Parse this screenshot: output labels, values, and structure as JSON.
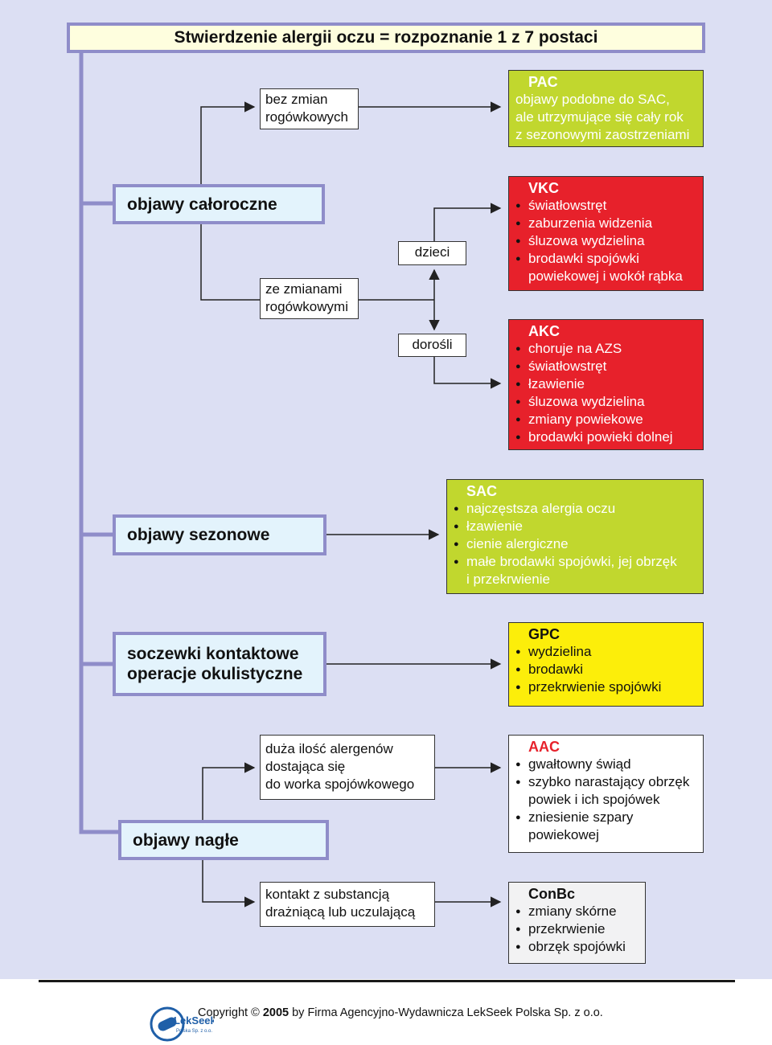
{
  "header": {
    "title": "Stwierdzenie alergii oczu = rozpoznanie 1 z 7 postaci"
  },
  "categories": {
    "perennial": "objawy całoroczne",
    "seasonal": "objawy sezonowe",
    "contact_line1": "soczewki kontaktowe",
    "contact_line2": "operacje okulistyczne",
    "sudden": "objawy nagłe"
  },
  "intermediate": {
    "no_corneal": [
      "bez zmian",
      "rogówkowych"
    ],
    "corneal": [
      "ze zmianami",
      "rogówkowymi"
    ],
    "children": "dzieci",
    "adults": "dorośli",
    "allergen_load": [
      "duża ilość alergenów",
      "dostająca się",
      "do worka spojówkowego"
    ],
    "irritant_contact": [
      "kontakt z substancją",
      "drażniącą lub uczulającą"
    ]
  },
  "results": {
    "pac": {
      "title": "PAC",
      "lines": [
        "objawy podobne do SAC,",
        "ale utrzymujące się cały rok",
        "z sezonowymi zaostrzeniami"
      ],
      "color": "#c1d72e"
    },
    "vkc": {
      "title": "VKC",
      "items": [
        "światłowstręt",
        "zaburzenia widzenia",
        "śluzowa  wydzielina",
        "brodawki spojówki",
        "powiekowej i wokół rąbka"
      ],
      "color": "#e7212b"
    },
    "akc": {
      "title": "AKC",
      "items": [
        "choruje na AZS",
        "światłowstręt",
        "łzawienie",
        "śluzowa wydzielina",
        "zmiany powiekowe",
        "brodawki powieki dolnej"
      ],
      "color": "#e7212b"
    },
    "sac": {
      "title": "SAC",
      "items": [
        "najczęstsza alergia oczu",
        "łzawienie",
        "cienie alergiczne",
        "małe brodawki spojówki, jej obrzęk",
        "i przekrwienie"
      ],
      "color": "#c1d72e"
    },
    "gpc": {
      "title": "GPC",
      "items": [
        "wydzielina",
        "brodawki",
        "przekrwienie spojówki"
      ],
      "color": "#fcee0a"
    },
    "aac": {
      "title": "AAC",
      "items": [
        "gwałtowny świąd",
        "szybko narastający obrzęk",
        "powiek i ich spojówek",
        "zniesienie szpary",
        "powiekowej"
      ],
      "color": "#ffffff"
    },
    "conbc": {
      "title": "ConBc",
      "items": [
        "zmiany skórne",
        "przekrwienie",
        "obrzęk spojówki"
      ],
      "color": "#f2f2f3"
    }
  },
  "footer": {
    "copyright_prefix": "Copyright ©",
    "year": "2005",
    "copyright_suffix": "by Firma Agencyjno-Wydawnicza LekSeek Polska Sp. z o.o.",
    "logo_text": "LekSeek",
    "logo_subtext": "Polska Sp. z o.o."
  },
  "colors": {
    "background": "#dcdff3",
    "category_border": "#8f8dc9",
    "category_fill": "#e3f3fc",
    "header_fill": "#fefede"
  }
}
